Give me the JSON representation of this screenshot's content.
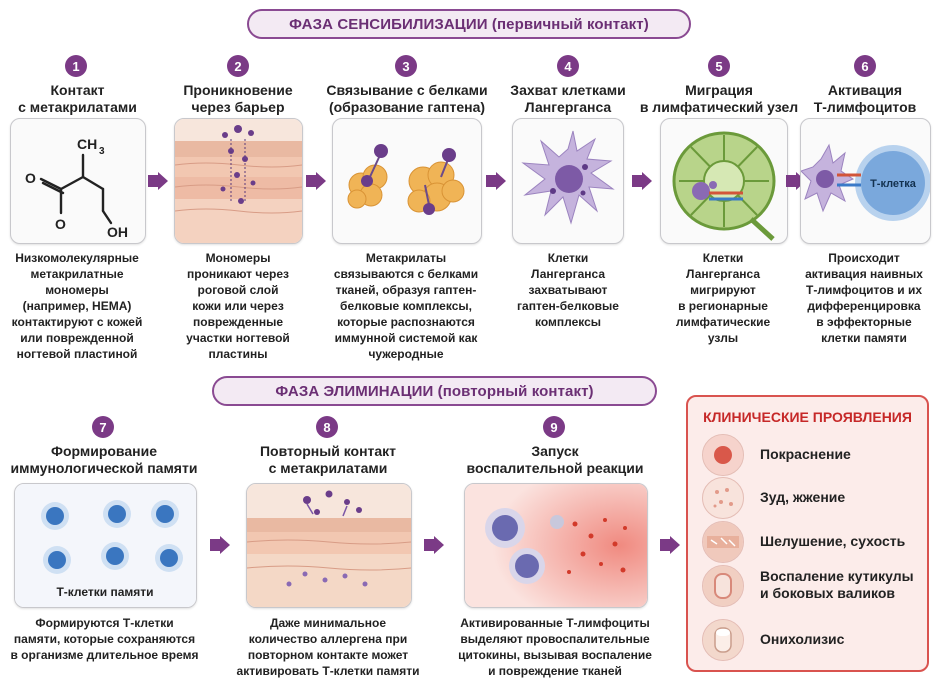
{
  "phase1": {
    "title": "ФАЗА СЕНСИБИЛИЗАЦИИ (первичный контакт)"
  },
  "phase2": {
    "title": "ФАЗА ЭЛИМИНАЦИИ (повторный контакт)"
  },
  "steps": [
    {
      "num": "1",
      "title": [
        "Контакт",
        "с метакрилатами"
      ],
      "desc": [
        "Низкомолекулярные",
        "метакрилатные",
        "мономеры",
        "(например, HEMA)",
        "контактируют с кожей",
        "или поврежденной",
        "ногтевой пластиной"
      ]
    },
    {
      "num": "2",
      "title": [
        "Проникновение",
        "через барьер"
      ],
      "desc": [
        "Мономеры",
        "проникают через",
        "роговой слой",
        "кожи или через",
        "поврежденные",
        "участки ногтевой",
        "пластины"
      ]
    },
    {
      "num": "3",
      "title": [
        "Связывание с белками",
        "(образование гаптена)"
      ],
      "desc": [
        "Метакрилаты",
        "связываются с белками",
        "тканей, образуя гаптен-",
        "белковые комплексы,",
        "которые распознаются",
        "иммунной системой как",
        "чужеродные"
      ]
    },
    {
      "num": "4",
      "title": [
        "Захват клетками",
        "Лангерганса"
      ],
      "desc": [
        "Клетки",
        "Лангерганса",
        "захватывают",
        "гаптен-белковые",
        "комплексы"
      ]
    },
    {
      "num": "5",
      "title": [
        "Миграция",
        "в лимфатический узел"
      ],
      "desc": [
        "Клетки",
        "Лангерганса",
        "мигрируют",
        "в регионарные",
        "лимфатические",
        "узлы"
      ]
    },
    {
      "num": "6",
      "title": [
        "Активация",
        "Т-лимфоцитов"
      ],
      "desc": [
        "Происходит",
        "активация наивных",
        "Т-лимфоцитов и их",
        "дифференцировка",
        "в эффекторные",
        "клетки памяти"
      ]
    },
    {
      "num": "7",
      "title": [
        "Формирование",
        "иммунологической памяти"
      ],
      "desc": [
        "Формируются Т-клетки",
        "памяти, которые сохраняются",
        "в организме длительное время"
      ]
    },
    {
      "num": "8",
      "title": [
        "Повторный контакт",
        "с метакрилатами"
      ],
      "desc": [
        "Даже минимальное",
        "количество аллергена при",
        "повторном контакте может",
        "активировать Т-клетки памяти"
      ]
    },
    {
      "num": "9",
      "title": [
        "Запуск",
        "воспалительной реакции"
      ],
      "desc": [
        "Активированные Т-лимфоциты",
        "выделяют провоспалительные",
        "цитокины, вызывая воспаление",
        "и повреждение тканей"
      ]
    }
  ],
  "molecule": {
    "ch3": "CH",
    "ch3_sub": "3",
    "o1": "O",
    "o2": "O",
    "oh": "OH"
  },
  "tcell_label": "Т-клетка",
  "memory_label": "Т-клетки памяти",
  "clinical": {
    "title": "КЛИНИЧЕСКИЕ ПРОЯВЛЕНИЯ",
    "items": [
      {
        "label": [
          "Покраснение"
        ]
      },
      {
        "label": [
          "Зуд, жжение"
        ]
      },
      {
        "label": [
          "Шелушение, сухость"
        ]
      },
      {
        "label": [
          "Воспаление кутикулы",
          "и боковых валиков"
        ]
      },
      {
        "label": [
          "Онихолизис"
        ]
      }
    ]
  },
  "colors": {
    "accent": "#7b3a86",
    "phase_border": "#8a4a92",
    "clinical_border": "#d9534f",
    "clinical_title": "#c62828",
    "cell_blue": "#4a86c8",
    "skin": "#f1c9b2"
  }
}
